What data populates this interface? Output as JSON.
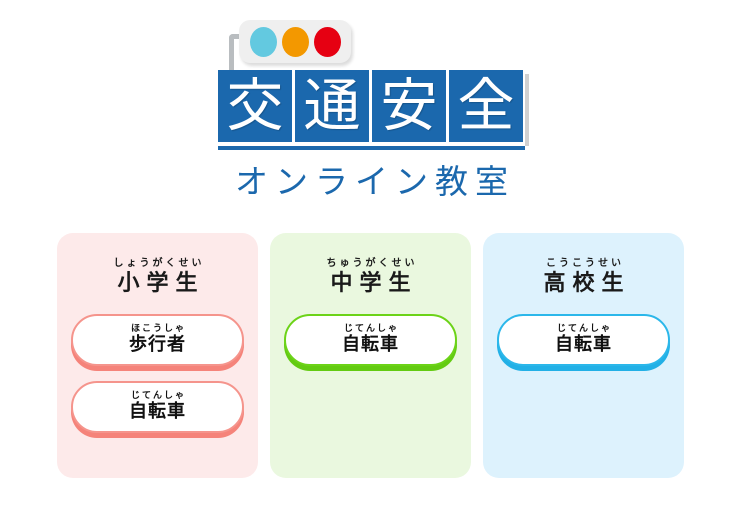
{
  "page": {
    "background_color": "#ffffff",
    "brand_blue": "#1b68ad"
  },
  "logo": {
    "traffic_signal": {
      "icon_name": "traffic-light-icon",
      "body_color": "#efefef",
      "lamps": [
        {
          "name": "lamp-cyan",
          "color": "#63c9e0"
        },
        {
          "name": "lamp-orange",
          "color": "#f39800"
        },
        {
          "name": "lamp-red",
          "color": "#e60012"
        }
      ]
    },
    "title_chars": [
      "交",
      "通",
      "安",
      "全"
    ],
    "title_text": "交通安全",
    "subtitle": "オンライン教室"
  },
  "cards": [
    {
      "id": "elementary",
      "accent": "#f5948c",
      "background": "#fdeaea",
      "ruby": "しょうがくせい",
      "heading": "小学生",
      "buttons": [
        {
          "id": "pedestrian",
          "ruby": "ほこうしゃ",
          "label": "歩行者"
        },
        {
          "id": "bicycle",
          "ruby": "じてんしゃ",
          "label": "自転車"
        }
      ]
    },
    {
      "id": "junior-high",
      "accent": "#6cd318",
      "background": "#eaf8df",
      "ruby": "ちゅうがくせい",
      "heading": "中学生",
      "buttons": [
        {
          "id": "bicycle",
          "ruby": "じてんしゃ",
          "label": "自転車"
        }
      ]
    },
    {
      "id": "high-school",
      "accent": "#2bb7ea",
      "background": "#ddf2fd",
      "ruby": "こうこうせい",
      "heading": "高校生",
      "buttons": [
        {
          "id": "bicycle",
          "ruby": "じてんしゃ",
          "label": "自転車"
        }
      ]
    }
  ]
}
